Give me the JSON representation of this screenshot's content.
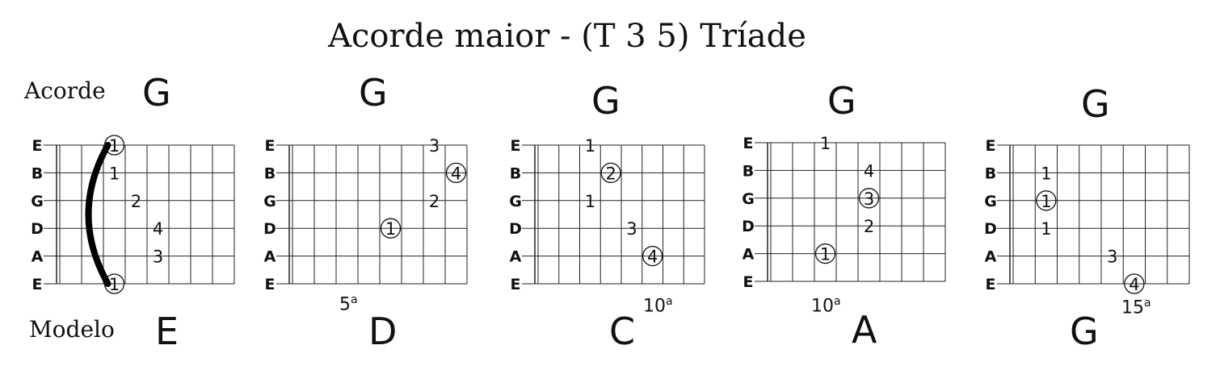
{
  "title": "Acorde maior - (T 3 5) Tríade",
  "row_labels": {
    "chord": "Acorde",
    "model": "Modelo"
  },
  "string_names": [
    "E",
    "B",
    "G",
    "D",
    "A",
    "E"
  ],
  "diagrams": [
    {
      "chord": "G",
      "model": "E",
      "fret_text": "",
      "fret_sup": "",
      "barre": true,
      "notes": [
        {
          "string": 1,
          "fret": 3,
          "finger": "1",
          "root": true
        },
        {
          "string": 2,
          "fret": 3,
          "finger": "1",
          "root": false
        },
        {
          "string": 3,
          "fret": 4,
          "finger": "2",
          "root": false
        },
        {
          "string": 4,
          "fret": 5,
          "finger": "4",
          "root": false
        },
        {
          "string": 5,
          "fret": 5,
          "finger": "3",
          "root": false
        },
        {
          "string": 6,
          "fret": 3,
          "finger": "1",
          "root": true
        }
      ]
    },
    {
      "chord": "G",
      "model": "D",
      "fret_text": "5",
      "fret_sup": "a",
      "barre": false,
      "notes": [
        {
          "string": 4,
          "fret": 5,
          "finger": "1",
          "root": true
        },
        {
          "string": 3,
          "fret": 7,
          "finger": "2",
          "root": false
        },
        {
          "string": 1,
          "fret": 7,
          "finger": "3",
          "root": false
        },
        {
          "string": 2,
          "fret": 8,
          "finger": "4",
          "root": true
        }
      ]
    },
    {
      "chord": "G",
      "model": "C",
      "fret_text": "10",
      "fret_sup": "a",
      "barre": false,
      "notes": [
        {
          "string": 1,
          "fret": 3,
          "finger": "1",
          "root": false
        },
        {
          "string": 2,
          "fret": 4,
          "finger": "2",
          "root": true
        },
        {
          "string": 3,
          "fret": 3,
          "finger": "1",
          "root": false
        },
        {
          "string": 4,
          "fret": 5,
          "finger": "3",
          "root": false
        },
        {
          "string": 5,
          "fret": 6,
          "finger": "4",
          "root": true
        }
      ]
    },
    {
      "chord": "G",
      "model": "A",
      "fret_text": "10",
      "fret_sup": "a",
      "barre": false,
      "notes": [
        {
          "string": 1,
          "fret": 3,
          "finger": "1",
          "root": false
        },
        {
          "string": 2,
          "fret": 5,
          "finger": "4",
          "root": false
        },
        {
          "string": 3,
          "fret": 5,
          "finger": "3",
          "root": true
        },
        {
          "string": 4,
          "fret": 5,
          "finger": "2",
          "root": false
        },
        {
          "string": 5,
          "fret": 3,
          "finger": "1",
          "root": true
        }
      ]
    },
    {
      "chord": "G",
      "model": "G",
      "fret_text": "15",
      "fret_sup": "a",
      "barre": false,
      "notes": [
        {
          "string": 2,
          "fret": 2,
          "finger": "1",
          "root": false
        },
        {
          "string": 3,
          "fret": 2,
          "finger": "1",
          "root": true
        },
        {
          "string": 4,
          "fret": 2,
          "finger": "1",
          "root": false
        },
        {
          "string": 5,
          "fret": 5,
          "finger": "3",
          "root": false
        },
        {
          "string": 6,
          "fret": 6,
          "finger": "4",
          "root": true
        }
      ]
    }
  ]
}
